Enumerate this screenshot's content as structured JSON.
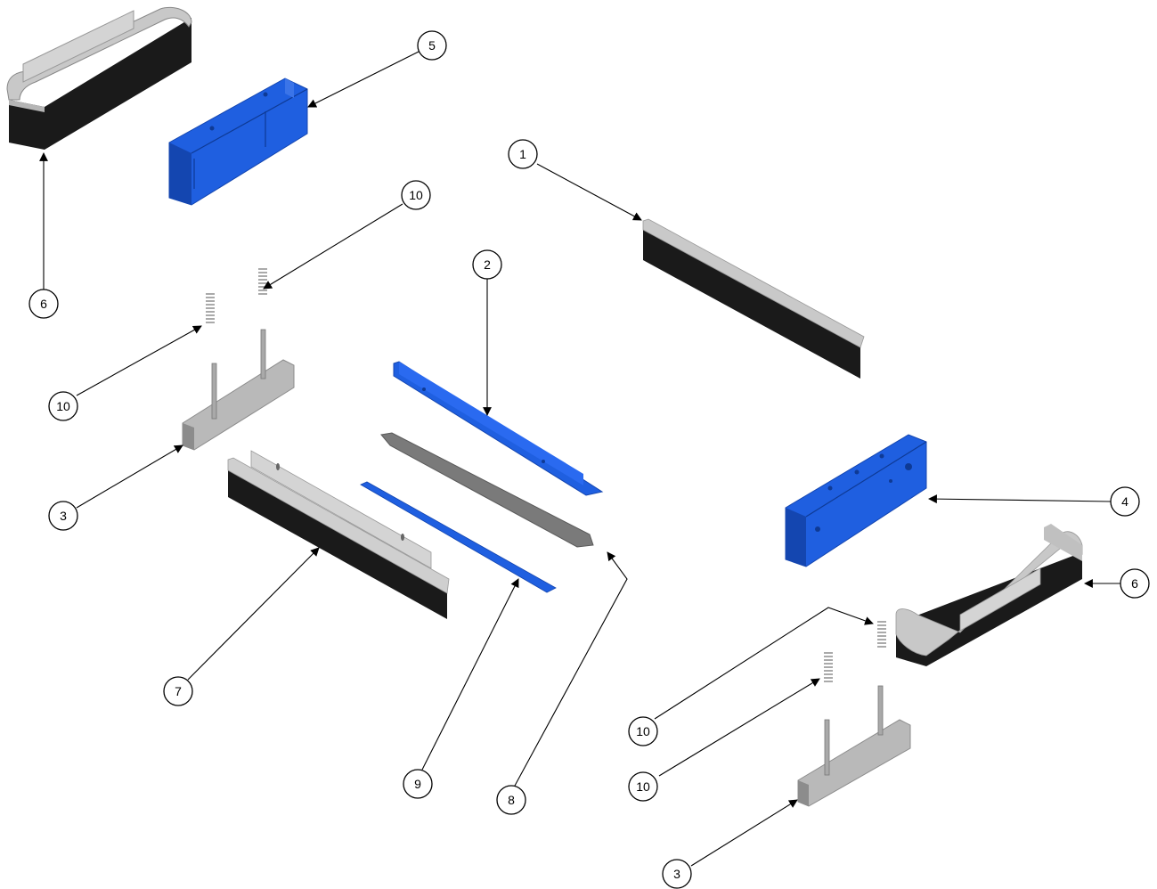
{
  "diagram": {
    "balloons": [
      {
        "label": "1"
      },
      {
        "label": "2"
      },
      {
        "label": "3"
      },
      {
        "label": "3"
      },
      {
        "label": "4"
      },
      {
        "label": "5"
      },
      {
        "label": "6"
      },
      {
        "label": "6"
      },
      {
        "label": "7"
      },
      {
        "label": "8"
      },
      {
        "label": "9"
      },
      {
        "label": "10"
      },
      {
        "label": "10"
      },
      {
        "label": "10"
      },
      {
        "label": "10"
      }
    ]
  },
  "colors": {
    "blue_part": "#1f5fe0",
    "blue_dark": "#1446b0",
    "gray_part": "#b9b9b9",
    "gray_dark": "#8c8c8c",
    "brush": "#1a1a1a",
    "leader": "#000000"
  }
}
